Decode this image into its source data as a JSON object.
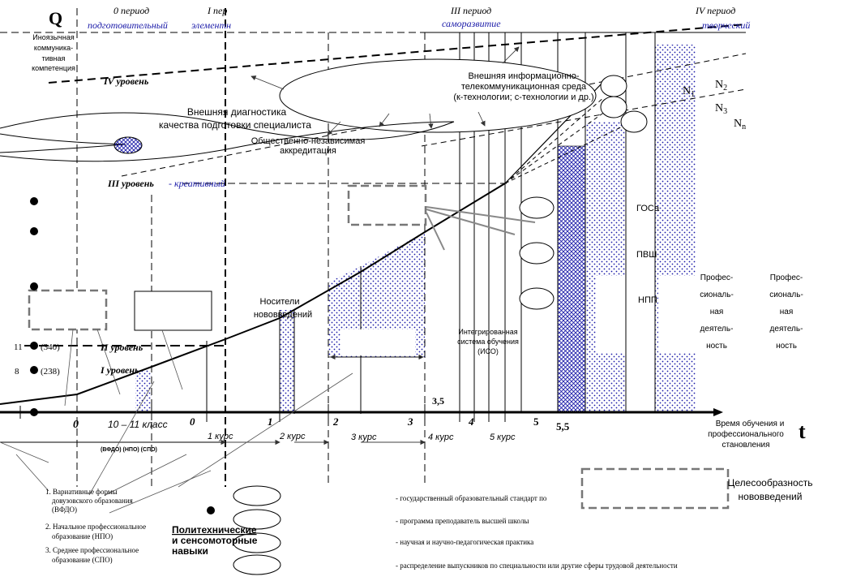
{
  "axes": {
    "y_symbol": "Q",
    "t_symbol": "t",
    "t_caption": [
      "Время обучения и",
      "профессионального",
      "становления"
    ]
  },
  "periods": [
    {
      "title": "0 период",
      "subtitle": "подготовительный"
    },
    {
      "title": "I пер",
      "subtitle": "элементн"
    },
    {
      "title": "III период",
      "subtitle": "саморазвитие"
    },
    {
      "title": "IV период",
      "subtitle": "творческий"
    }
  ],
  "top_left_note": [
    "Иноязычная",
    "коммуника-",
    "тивная",
    "компетенция"
  ],
  "levels": {
    "iv": "IV уровень",
    "iii": "III уровень",
    "iii_suffix": "- креативный",
    "ii": "II уровень",
    "i": "I уровень"
  },
  "ellipses": {
    "info_env": [
      "Внешняя информационно-",
      "телекоммуникационная среда",
      "(к-технологии; с-технологии и др.)"
    ],
    "diagnostics": [
      "Внешняя диагностика",
      "качества подготовки специалиста"
    ],
    "accreditation": [
      "Общественно-независимая",
      "аккредитация"
    ]
  },
  "n_labels": [
    "N",
    "N",
    "N",
    "N"
  ],
  "n_subs": [
    "1",
    "2",
    "3",
    "n"
  ],
  "carriers": [
    "Носители",
    "нововведений"
  ],
  "iso": [
    "Интегрированная",
    "система обучения",
    "(ИСО)"
  ],
  "right_labels": [
    "ГОСа",
    "ПВШ",
    "НПП"
  ],
  "prof_activity": [
    "Профес-",
    "сиональ-",
    "ная",
    "деятель-",
    "ность"
  ],
  "y_values": [
    {
      "a": "11",
      "b": "(340)"
    },
    {
      "a": "8",
      "b": "(238)"
    }
  ],
  "x_ticks": [
    "0",
    "0",
    "1",
    "2",
    "3",
    "3,5",
    "4",
    "5",
    "5,5"
  ],
  "school_class": "10 – 11 класс",
  "courses": [
    "1 курс",
    "2 курс",
    "3 курс",
    "4 курс",
    "5 курс"
  ],
  "small_abbrev": "(ВФДО) (НПО) (СПО)",
  "legend_left": [
    [
      "1. Вариативные формы",
      "довузовского образования",
      "(ВФДО)"
    ],
    [
      "2. Начальное профессиональное",
      "образование (НПО)"
    ],
    [
      "3. Среднее профессиональное",
      "образование (СПО)"
    ]
  ],
  "polytech": [
    "Политехнические",
    "и сенсомоторные",
    "навыки"
  ],
  "legend_right": [
    "- государственный образовательный стандарт по",
    "- программа преподаватель высшей школы",
    "- научная и научно-педагогическая практика",
    "- распределение выпускников по специальности или другие сферы трудовой деятельности"
  ],
  "expediency": [
    "Целесообразность",
    "нововведений"
  ]
}
